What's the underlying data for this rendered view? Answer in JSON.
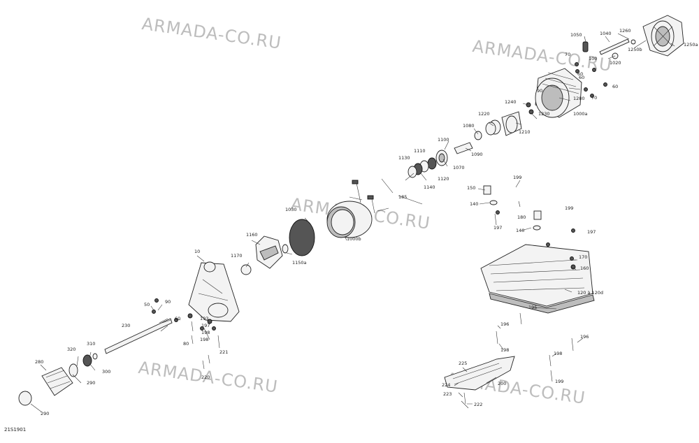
{
  "watermark": "ARMADA-CO.RU",
  "diagram_ref": "21S1901",
  "colors": {
    "line": "#333333",
    "watermark": "#bdbdbd"
  },
  "callouts": [
    "1050",
    "1040",
    "1260",
    "1250a",
    "1250b",
    "1020",
    "70",
    "100",
    "60",
    "90",
    "60",
    "1280",
    "1240",
    "1230",
    "1220",
    "1210",
    "1080",
    "1090",
    "1100",
    "1070",
    "1110",
    "1130",
    "1140",
    "1120",
    "199",
    "150",
    "140",
    "197",
    "180",
    "140",
    "199",
    "197",
    "1030",
    "1000b",
    "1160",
    "1170",
    "1150a",
    "170",
    "160",
    "120 à 120d",
    "195",
    "196",
    "198",
    "196",
    "199",
    "198",
    "225",
    "224",
    "200",
    "223",
    "222",
    "10",
    "50",
    "90",
    "60",
    "230",
    "193",
    "197",
    "198",
    "198",
    "221",
    "220",
    "310",
    "320",
    "280",
    "300",
    "290",
    "290",
    "80",
    "1000a",
    "60",
    "70",
    "185"
  ]
}
